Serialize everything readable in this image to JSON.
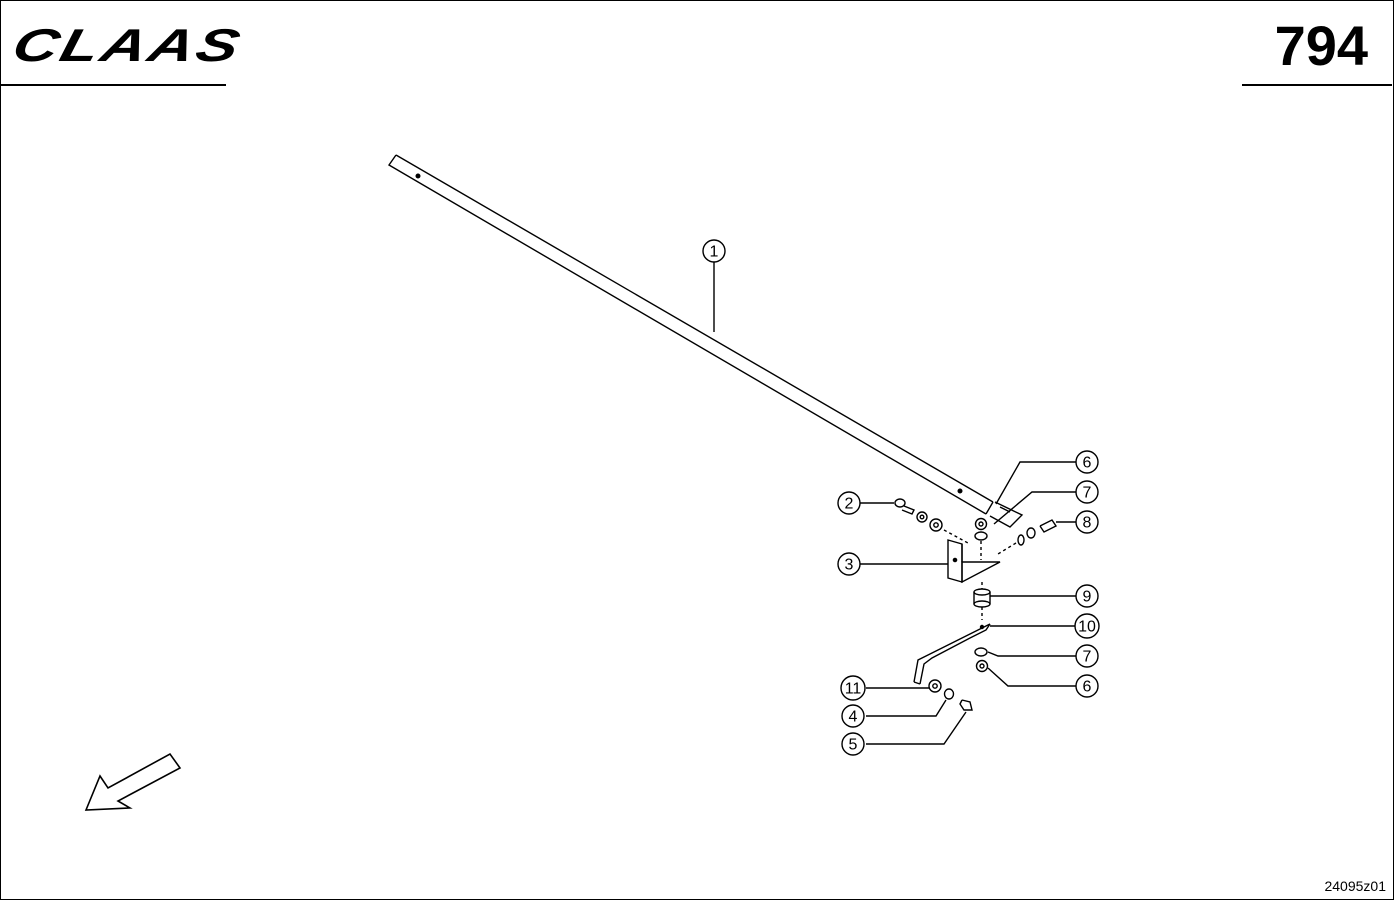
{
  "header": {
    "brand": "CLAAS",
    "page_number": "794"
  },
  "footer": {
    "drawing_code": "24095z01"
  },
  "callouts": [
    {
      "id": "c1",
      "label": "1"
    },
    {
      "id": "c2",
      "label": "2"
    },
    {
      "id": "c3",
      "label": "3"
    },
    {
      "id": "c4",
      "label": "4"
    },
    {
      "id": "c5",
      "label": "5"
    },
    {
      "id": "c6a",
      "label": "6"
    },
    {
      "id": "c6b",
      "label": "6"
    },
    {
      "id": "c7a",
      "label": "7"
    },
    {
      "id": "c7b",
      "label": "7"
    },
    {
      "id": "c8",
      "label": "8"
    },
    {
      "id": "c9",
      "label": "9"
    },
    {
      "id": "c10",
      "label": "10"
    },
    {
      "id": "c11",
      "label": "11"
    }
  ],
  "icons": {
    "direction_arrow": "arrow-down-left-icon"
  }
}
